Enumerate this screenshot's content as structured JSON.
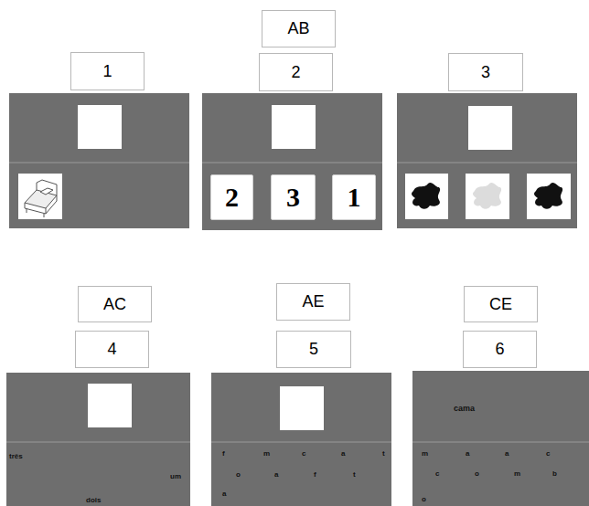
{
  "diagram": {
    "nodes": [
      {
        "text": [
          "1"
        ]
      },
      {
        "text": [
          "AB"
        ]
      },
      {
        "text": [
          "2"
        ]
      },
      {
        "text": [
          "3"
        ]
      },
      {
        "text": [
          "AC"
        ]
      },
      {
        "text": [
          "4"
        ]
      },
      {
        "text": [
          "AE"
        ]
      },
      {
        "text": [
          "5"
        ]
      },
      {
        "text": [
          "CE"
        ]
      },
      {
        "text": [
          "6"
        ]
      },
      {
        "text": [
          "2"
        ]
      },
      {
        "text": [
          "3"
        ]
      },
      {
        "text": [
          "1"
        ]
      }
    ],
    "labels": [
      "três",
      "um",
      "dois",
      "f",
      "m",
      "c",
      "a",
      "t",
      "o",
      "a",
      "f",
      "t",
      "a",
      "cama",
      "m",
      "a",
      "a",
      "c",
      "c",
      "o",
      "m",
      "b",
      "o"
    ]
  }
}
